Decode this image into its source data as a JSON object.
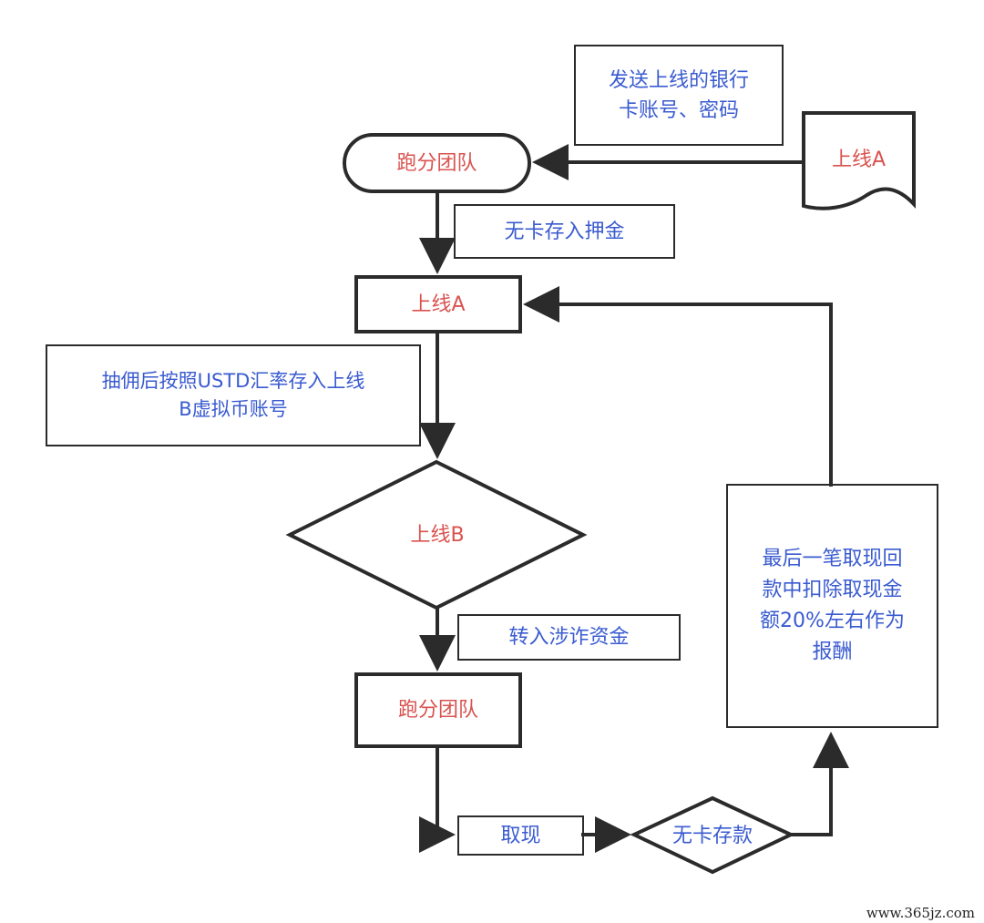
{
  "nodes": {
    "team_top": "跑分团队",
    "online_a_doc": "上线A",
    "online_a": "上线A",
    "online_b": "上线B",
    "team_bottom": "跑分团队",
    "withdraw": "取现",
    "cardless_deposit": "无卡存款",
    "reward": "最后一笔取现回\n款中扣除取现金\n额20%左右作为\n报酬"
  },
  "notes": {
    "send_bank": "发送上线的银行\n卡账号、密码",
    "deposit_pledge": "无卡存入押金",
    "commission": "抽佣后按照USTD汇率存入上线\nB虚拟币账号",
    "transfer_funds": "转入涉诈资金"
  },
  "watermark": "www.365jz.com",
  "colors": {
    "node_text": "#d9534f",
    "note_text": "#3a5bd0",
    "stroke": "#2b2b2b"
  }
}
